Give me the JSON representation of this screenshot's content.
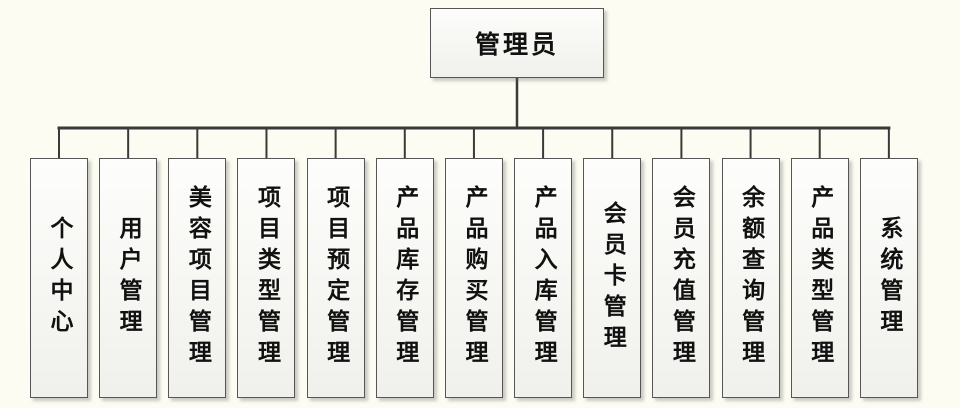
{
  "diagram": {
    "root": {
      "label": "管理员"
    },
    "children": [
      {
        "label": "个人中心"
      },
      {
        "label": "用户管理"
      },
      {
        "label": "美容项目管理"
      },
      {
        "label": "项目类型管理"
      },
      {
        "label": "项目预定管理"
      },
      {
        "label": "产品库存管理"
      },
      {
        "label": "产品购买管理"
      },
      {
        "label": "产品入库管理"
      },
      {
        "label": "会员卡管理"
      },
      {
        "label": "会员充值管理"
      },
      {
        "label": "余额查询管理"
      },
      {
        "label": "产品类型管理"
      },
      {
        "label": "系统管理"
      }
    ],
    "style": {
      "background": "#fcfcf2",
      "box_fill_top": "#fdfdfb",
      "box_fill_bottom": "#f0f0ec",
      "border_color": "#565656",
      "line_color": "#3a3a3a",
      "text_color": "#111111"
    }
  }
}
